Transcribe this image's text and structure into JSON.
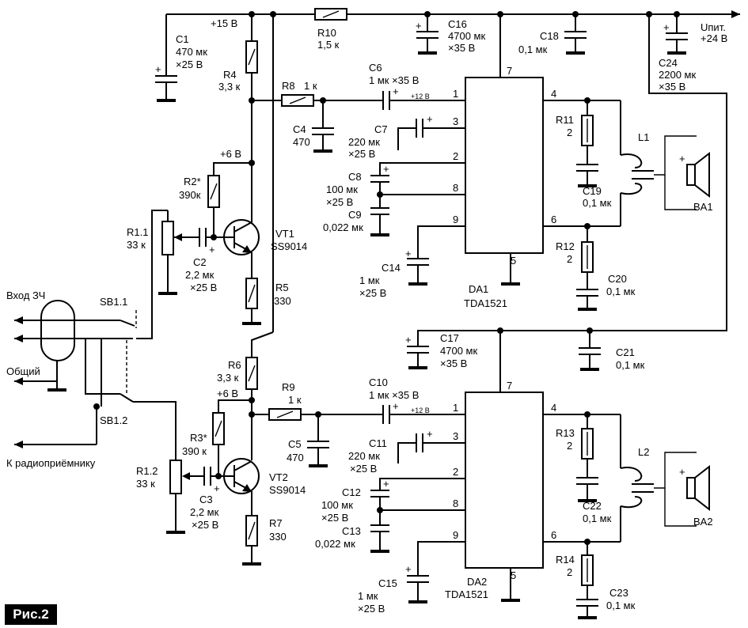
{
  "figure_label": "Рис.2",
  "labels": {
    "p15v": "+15 В",
    "c1": "C1",
    "c1_v1": "470 мк",
    "c1_v2": "×25 В",
    "r4": "R4",
    "r4_v": "3,3 к",
    "r10": "R10",
    "r10_v": "1,5 к",
    "c16": "C16",
    "c16_v1": "4700 мк",
    "c16_v2": "×35 В",
    "c18": "C18",
    "c18_v": "0,1 мк",
    "c24": "C24",
    "c24_v1": "2200 мк",
    "c24_v2": "×35 В",
    "supply": "Uпит.",
    "supply_v": "+24 В",
    "r8": "R8",
    "r8_v": "1 к",
    "c6": "C6",
    "c6_v": "1 мк ×35 В",
    "p12_top": "+12 В",
    "c4": "C4",
    "c4_v": "470",
    "c7": "C7",
    "c7_v1": "220 мк",
    "c7_v2": "×25 В",
    "p6v_top": "+6 В",
    "r2": "R2*",
    "r2_v": "390к",
    "c8": "C8",
    "c8_v1": "100 мк",
    "c8_v2": "×25 В",
    "c9": "C9",
    "c9_v": "0,022 мк",
    "r1_1": "R1.1",
    "r1_1_v": "33 к",
    "c2": "C2",
    "c2_v1": "2,2 мк",
    "c2_v2": "×25 В",
    "vt1": "VT1",
    "vt1_v": "SS9014",
    "r5": "R5",
    "r5_v": "330",
    "c14": "C14",
    "c14_v1": "1 мк",
    "c14_v2": "×25 В",
    "da1": "DA1",
    "da1_v": "TDA1521",
    "r11": "R11",
    "r11_v": "2",
    "c19": "C19",
    "c19_v": "0,1 мк",
    "l1": "L1",
    "ba1": "BA1",
    "r12": "R12",
    "r12_v": "2",
    "c20": "C20",
    "c20_v": "0,1 мк",
    "input": "Вход ЗЧ",
    "common": "Общий",
    "sb1_1": "SB1.1",
    "sb1_2": "SB1.2",
    "radio": "К радиоприёмнику",
    "c17": "C17",
    "c17_v1": "4700 мк",
    "c17_v2": "×35 В",
    "c21": "C21",
    "c21_v": "0,1 мк",
    "r6": "R6",
    "r6_v": "3,3 к",
    "r9": "R9",
    "r9_v": "1 к",
    "c10": "C10",
    "c10_v": "1 мк ×35 В",
    "p12_bot": "+12 В",
    "p6v_bot": "+6 В",
    "c5": "C5",
    "c5_v": "470",
    "c11": "C11",
    "c11_v1": "220 мк",
    "c11_v2": "×25 В",
    "r3": "R3*",
    "r3_v": "390 к",
    "r1_2": "R1.2",
    "r1_2_v": "33 к",
    "c3": "C3",
    "c3_v1": "2,2 мк",
    "c3_v2": "×25 В",
    "vt2": "VT2",
    "vt2_v": "SS9014",
    "c12": "C12",
    "c12_v1": "100 мк",
    "c12_v2": "×25 В",
    "c13": "C13",
    "c13_v": "0,022 мк",
    "r7": "R7",
    "r7_v": "330",
    "c15": "C15",
    "c15_v1": "1 мк",
    "c15_v2": "×25 В",
    "da2": "DA2",
    "da2_v": "TDA1521",
    "r13": "R13",
    "r13_v": "2",
    "c22": "C22",
    "c22_v": "0,1 мк",
    "l2": "L2",
    "ba2": "BA2",
    "r14": "R14",
    "r14_v": "2",
    "c23": "C23",
    "c23_v": "0,1 мк"
  },
  "pins": {
    "da1": {
      "p1": "1",
      "p2": "2",
      "p3": "3",
      "p4": "4",
      "p5": "5",
      "p6": "6",
      "p7": "7",
      "p8": "8",
      "p9": "9"
    },
    "da2": {
      "p1": "1",
      "p2": "2",
      "p3": "3",
      "p4": "4",
      "p5": "5",
      "p6": "6",
      "p7": "7",
      "p8": "8",
      "p9": "9"
    }
  },
  "plus_sign": "+"
}
